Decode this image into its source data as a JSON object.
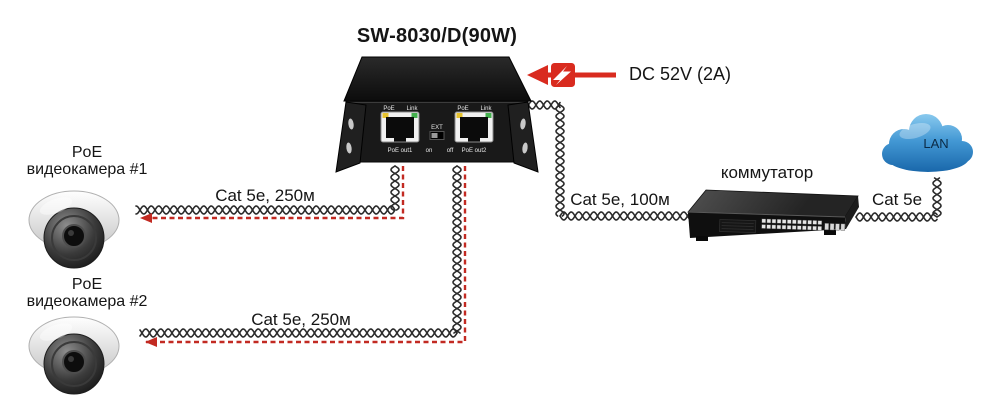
{
  "title": "SW-8030/D(90W)",
  "power": {
    "label": "DC 52V (2A)",
    "arrow_color": "#d92b1f",
    "icon": "lightning-bolt"
  },
  "device": {
    "port1": {
      "led1": "PoE",
      "led2": "Link",
      "label": "PoE out1"
    },
    "port2": {
      "led1": "PoE",
      "led2": "Link",
      "label": "PoE out2"
    },
    "ext": {
      "label": "EXT",
      "on": "on",
      "off": "off"
    }
  },
  "cameras": [
    {
      "line1": "PoE",
      "line2": "видеокамера #1"
    },
    {
      "line1": "PoE",
      "line2": "видеокамера #2"
    }
  ],
  "cables": [
    {
      "label": "Cat 5e, 250м"
    },
    {
      "label": "Cat 5e, 250м"
    },
    {
      "label": "Cat 5e, 100м"
    },
    {
      "label": "Cat 5e"
    }
  ],
  "switch_label": "коммутатор",
  "lan": {
    "label": "LAN",
    "color": "#2e86c9"
  },
  "colors": {
    "cable": "#2b2b2b",
    "dashed_arrow": "#c22a22",
    "power_red": "#d92b1f",
    "device_body": "#181818",
    "cloud_top": "#7cc4ea",
    "cloud_bottom": "#1b6cb2"
  },
  "icons": {
    "power": "lightning-bolt-icon",
    "flow": "arrow-left-icon",
    "cable_style": "twisted-pair"
  }
}
